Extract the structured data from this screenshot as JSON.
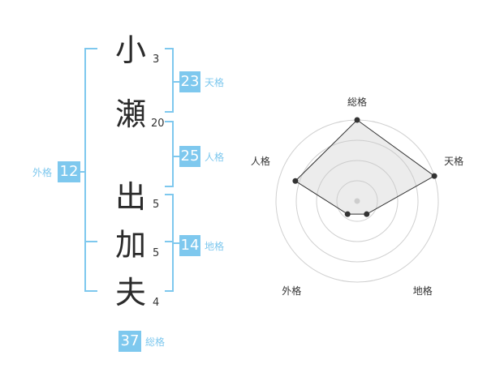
{
  "name_chars": [
    {
      "char": "小",
      "strokes": "3"
    },
    {
      "char": "瀬",
      "strokes": "20"
    },
    {
      "char": "出",
      "strokes": "5"
    },
    {
      "char": "加",
      "strokes": "5"
    },
    {
      "char": "夫",
      "strokes": "4"
    }
  ],
  "fortune": {
    "tenkaku": {
      "value": "23",
      "label": "天格"
    },
    "jinkaku": {
      "value": "25",
      "label": "人格"
    },
    "chikaku": {
      "value": "14",
      "label": "地格"
    },
    "gaikaku": {
      "value": "12",
      "label": "外格"
    },
    "soukaku": {
      "value": "37",
      "label": "総格"
    }
  },
  "colors": {
    "accent": "#7ec8ee",
    "text": "#2b2b2b"
  },
  "chart_data": {
    "type": "radar",
    "axes": [
      "総格",
      "天格",
      "地格",
      "外格",
      "人格"
    ],
    "values": [
      5,
      5,
      1,
      1,
      4
    ],
    "rmax": 5,
    "rings": 4
  }
}
